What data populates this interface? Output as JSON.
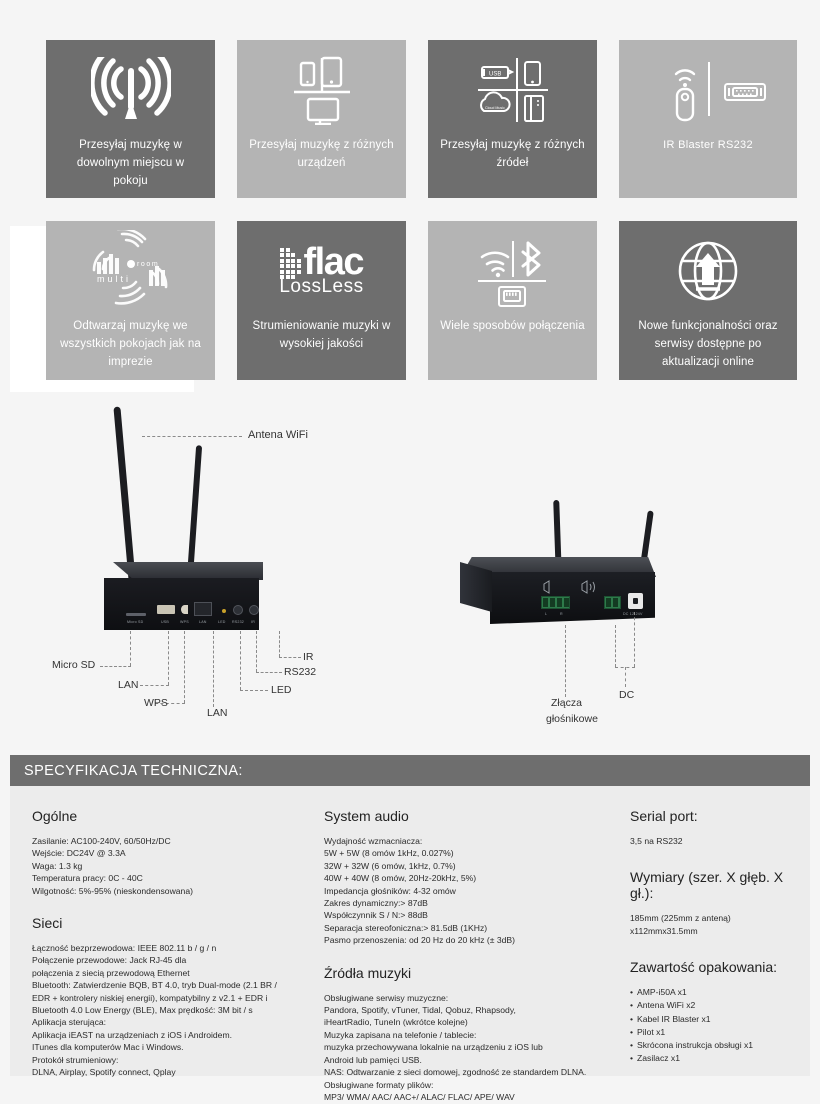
{
  "features": {
    "row1": [
      {
        "label": "Przesyłaj muzykę w dowolnym miejscu w pokoju",
        "icon": "wifi-broadcast-icon",
        "tone": "dark"
      },
      {
        "label": "Przesyłaj muzykę z różnych urządzeń",
        "icon": "multi-device-icon",
        "tone": "light"
      },
      {
        "label": "Przesyłaj muzykę z różnych źródeł",
        "icon": "multi-source-icon",
        "tone": "dark"
      },
      {
        "label": "IR Blaster    RS232",
        "icon": "ir-blaster-rs232-icon",
        "tone": "light"
      }
    ],
    "row2": [
      {
        "label": "Odtwarzaj muzykę we wszystkich pokojach jak na imprezie",
        "icon": "multiroom-icon",
        "tone": "light"
      },
      {
        "label": "Strumieniowanie muzyki w wysokiej jakości",
        "icon": "flac-lossless-logo",
        "tone": "dark",
        "logo_main": "flac",
        "logo_sub": "LossLess"
      },
      {
        "label": "Wiele sposobów połączenia",
        "icon": "wifi-bluetooth-lan-icon",
        "tone": "light"
      },
      {
        "label": "Nowe funkcjonalności oraz serwisy dostępne po aktualizacji online",
        "icon": "globe-upload-icon",
        "tone": "dark"
      }
    ]
  },
  "diagram": {
    "antenna_label": "Antena WiFi",
    "front_callouts": [
      "Micro SD",
      "LAN",
      "WPS",
      "LAN",
      "LED",
      "RS232",
      "IR"
    ],
    "front_port_labels": [
      "Micro SD",
      "USB",
      "WPS",
      "LAN",
      "LED",
      "RS232",
      "IR"
    ],
    "rear_callouts": [
      "Złącza",
      "głośnikowe",
      "DC"
    ],
    "rear_port_labels": [
      "L",
      "R",
      "DC 12-24V"
    ]
  },
  "spec": {
    "title": "SPECYFIKACJA TECHNICZNA:",
    "general": {
      "heading": "Ogólne",
      "lines": [
        "Zasilanie: AC100-240V, 60/50Hz/DC",
        "Wejście: DC24V @ 3.3A",
        "Waga: 1.3 kg",
        "Temperatura pracy:  0C - 40C",
        "Wilgotność: 5%-95% (nieskondensowana)"
      ]
    },
    "networks": {
      "heading": "Sieci",
      "lines": [
        "Łączność bezprzewodowa: IEEE 802.11 b / g / n",
        "Połączenie przewodowe: Jack RJ-45 dla",
        "połączenia z siecią przewodową Ethernet",
        "Bluetooth: Zatwierdzenie BQB, BT 4.0, tryb Dual-mode (2.1 BR /",
        "EDR + kontrolery niskiej energii), kompatybilny z v2.1 + EDR i",
        "Bluetooth 4.0 Low Energy (BLE), Max prędkość: 3M bit / s",
        "Aplikacja sterująca:",
        "Aplikacja iEAST na urządzeniach z iOS i Androidem.",
        "ITunes dla komputerów Mac i Windows.",
        "Protokół strumieniowy:",
        "DLNA, Airplay, Spotify connect, Qplay"
      ]
    },
    "audio": {
      "heading": "System audio",
      "lines": [
        "Wydajność wzmacniacza:",
        "5W + 5W (8 omów 1kHz, 0.027%)",
        "32W + 32W (6 omów, 1kHz, 0.7%)",
        "40W + 40W (8 omów, 20Hz-20kHz, 5%)",
        "Impedancja głośników: 4-32 omów",
        "Zakres dynamiczny:> 87dB",
        "Współczynnik S / N:> 88dB",
        "Separacja stereofoniczna:> 81.5dB (1KHz)",
        "Pasmo przenoszenia: od 20 Hz do 20 kHz (± 3dB)"
      ]
    },
    "sources": {
      "heading": "Źródła muzyki",
      "lines": [
        "Obsługiwane serwisy muzyczne:",
        "Pandora, Spotify, vTuner, Tidal, Qobuz, Rhapsody,",
        "iHeartRadio, TuneIn (wkrótce kolejne)",
        "Muzyka zapisana na telefonie / tablecie:",
        "muzyka przechowywana lokalnie na urządzeniu z iOS lub",
        " Android lub pamięci USB.",
        "NAS: Odtwarzanie z sieci domowej, zgodność ze standardem DLNA.",
        "Obsługiwane formaty plików:",
        "MP3/ WMA/ AAC/ AAC+/ ALAC/ FLAC/ APE/ WAV"
      ]
    },
    "serial": {
      "heading": "Serial port:",
      "lines": [
        "3,5 na RS232"
      ]
    },
    "dimensions": {
      "heading": "Wymiary (szer. X głęb. X gł.):",
      "lines": [
        "185mm (225mm z anteną)",
        "x112mmx31.5mm"
      ]
    },
    "package": {
      "heading": "Zawartość opakowania:",
      "items": [
        "AMP-i50A x1",
        "Antena WiFi x2",
        "Kabel IR Blaster x1",
        "Pilot x1",
        "Skrócona instrukcja obsługi x1",
        "Zasilacz x1"
      ]
    }
  },
  "colors": {
    "page_bg": "#f5f5f5",
    "card_dark": "#6e6e6e",
    "card_light": "#b4b4b4",
    "spec_bg": "#ececec",
    "spec_header": "#6e6e6e",
    "text": "#2b2b2b"
  }
}
